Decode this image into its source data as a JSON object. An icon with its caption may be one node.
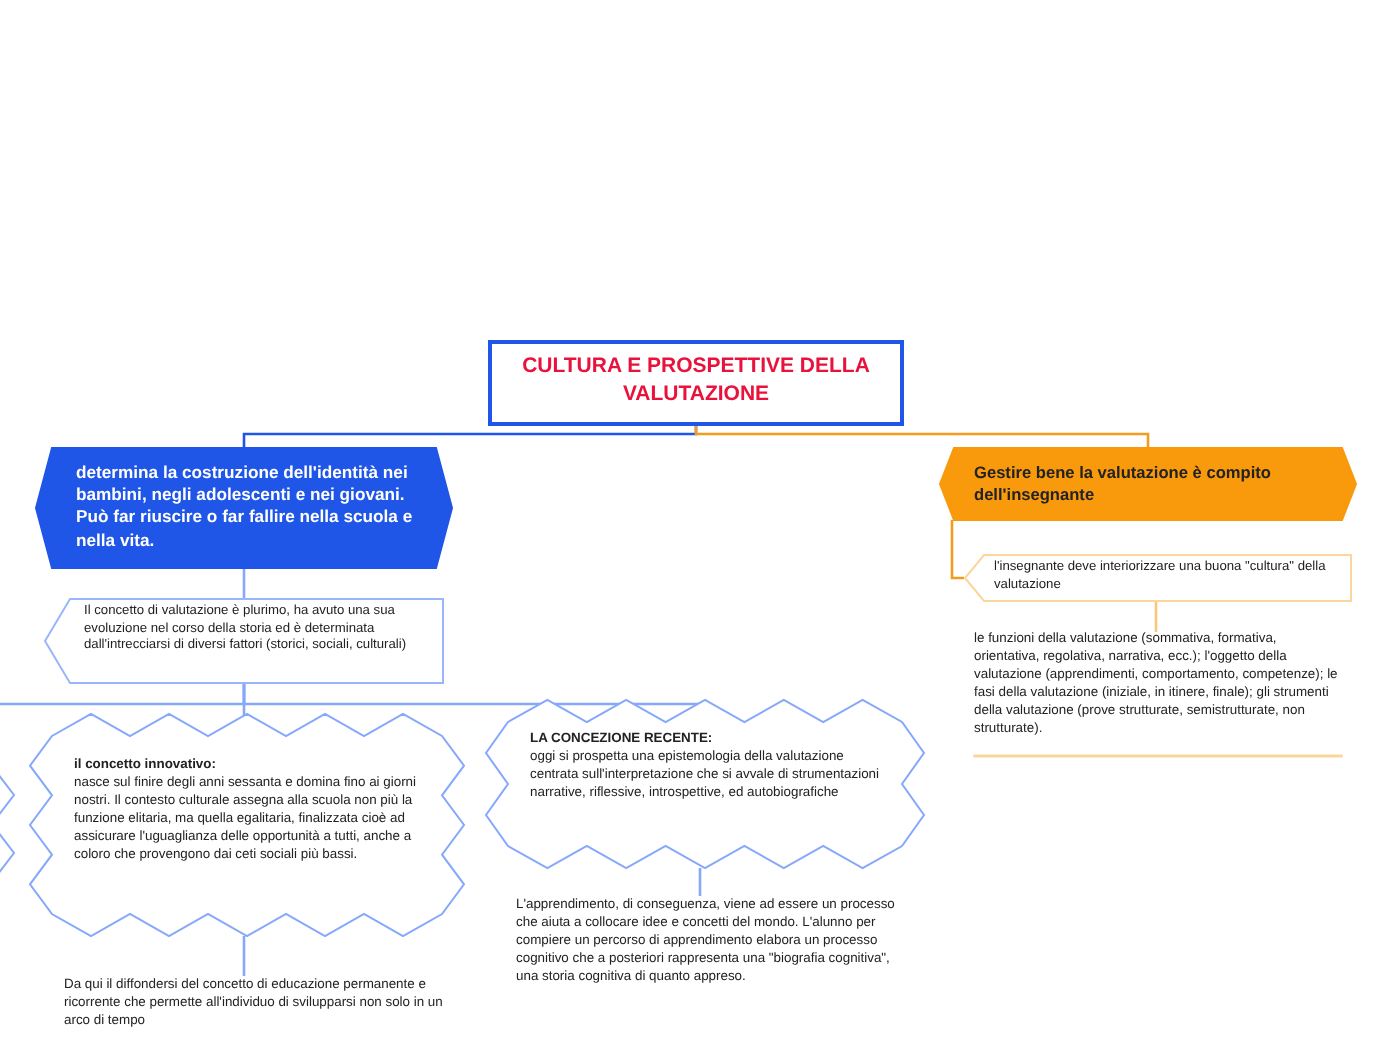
{
  "diagram": {
    "nodes": [
      {
        "text": [
          "CULTURA E PROSPETTIVE DELLA VALUTAZIONE"
        ]
      },
      {
        "text": [
          "determina la costruzione dell'identità nei bambini, negli adolescenti e nei giovani. Può far riuscire o far fallire nella scuola e nella vita."
        ]
      },
      {
        "text": [
          "Il concetto di valutazione è plurimo, ha avuto una sua evoluzione nel corso della storia ed è determinata dall'intrecciarsi di diversi fattori (storici, sociali, culturali)"
        ]
      },
      {
        "text": [],
        "shape": "star"
      },
      {
        "text": [
          "il concetto innovativo:",
          "nasce sul finire degli anni sessanta e domina fino ai giorni nostri. Il contesto culturale assegna alla scuola non più la funzione elitaria, ma quella egalitaria, finalizzata cioè ad assicurare l'uguaglianza delle opportunità a tutti, anche a coloro che provengono dai ceti sociali più bassi."
        ]
      },
      {
        "text": [
          "LA CONCEZIONE RECENTE:",
          "oggi si prospetta una epistemologia della valutazione centrata sull'interpretazione che si avvale di strumentazioni narrative, riflessive, introspettive, ed autobiografiche"
        ]
      },
      {
        "text": [
          "Da qui il diffondersi del concetto di educazione permanente e ricorrente che permette all'individuo di svilupparsi non solo in un arco di tempo"
        ]
      },
      {
        "text": [
          "L'apprendimento, di conseguenza, viene ad essere un processo che aiuta a collocare idee e concetti del mondo. L'alunno per compiere un percorso di apprendimento elabora un processo cognitivo che a posteriori rappresenta una \"biografia cognitiva\", una storia cognitiva di quanto appreso."
        ]
      },
      {
        "text": [
          "Gestire bene la valutazione è compito dell'insegnante"
        ]
      },
      {
        "text": [
          "l'insegnante deve interiorizzare una buona \"cultura\" della valutazione"
        ]
      },
      {
        "text": [
          "le funzioni della valutazione (sommativa, formativa, orientativa, regolativa, narrativa, ecc.); l'oggetto della valutazione (apprendimenti, comportamento, competenze); le fasi della valutazione (iniziale, in itinere, finale); gli strumenti della valutazione (prove strutturate, semistrutturate, non strutturate)."
        ]
      }
    ],
    "edges": [
      {
        "from": 0,
        "to": 1,
        "arrow": "none",
        "color": "#1f56e8"
      },
      {
        "from": 0,
        "to": 8,
        "arrow": "none",
        "color": "#f39c1f"
      },
      {
        "from": 1,
        "to": 2,
        "arrow": "none"
      },
      {
        "from": 2,
        "to": 3,
        "arrow": "none"
      },
      {
        "from": 2,
        "to": 4,
        "arrow": "none"
      },
      {
        "from": 2,
        "to": 5,
        "arrow": "none"
      },
      {
        "from": 4,
        "to": 6,
        "arrow": "none"
      },
      {
        "from": 5,
        "to": 7,
        "arrow": "none"
      },
      {
        "from": 8,
        "to": 9,
        "arrow": "none",
        "color": "#f39c1f"
      },
      {
        "from": 9,
        "to": 10,
        "arrow": "none",
        "color": "#f9c77a"
      }
    ]
  }
}
